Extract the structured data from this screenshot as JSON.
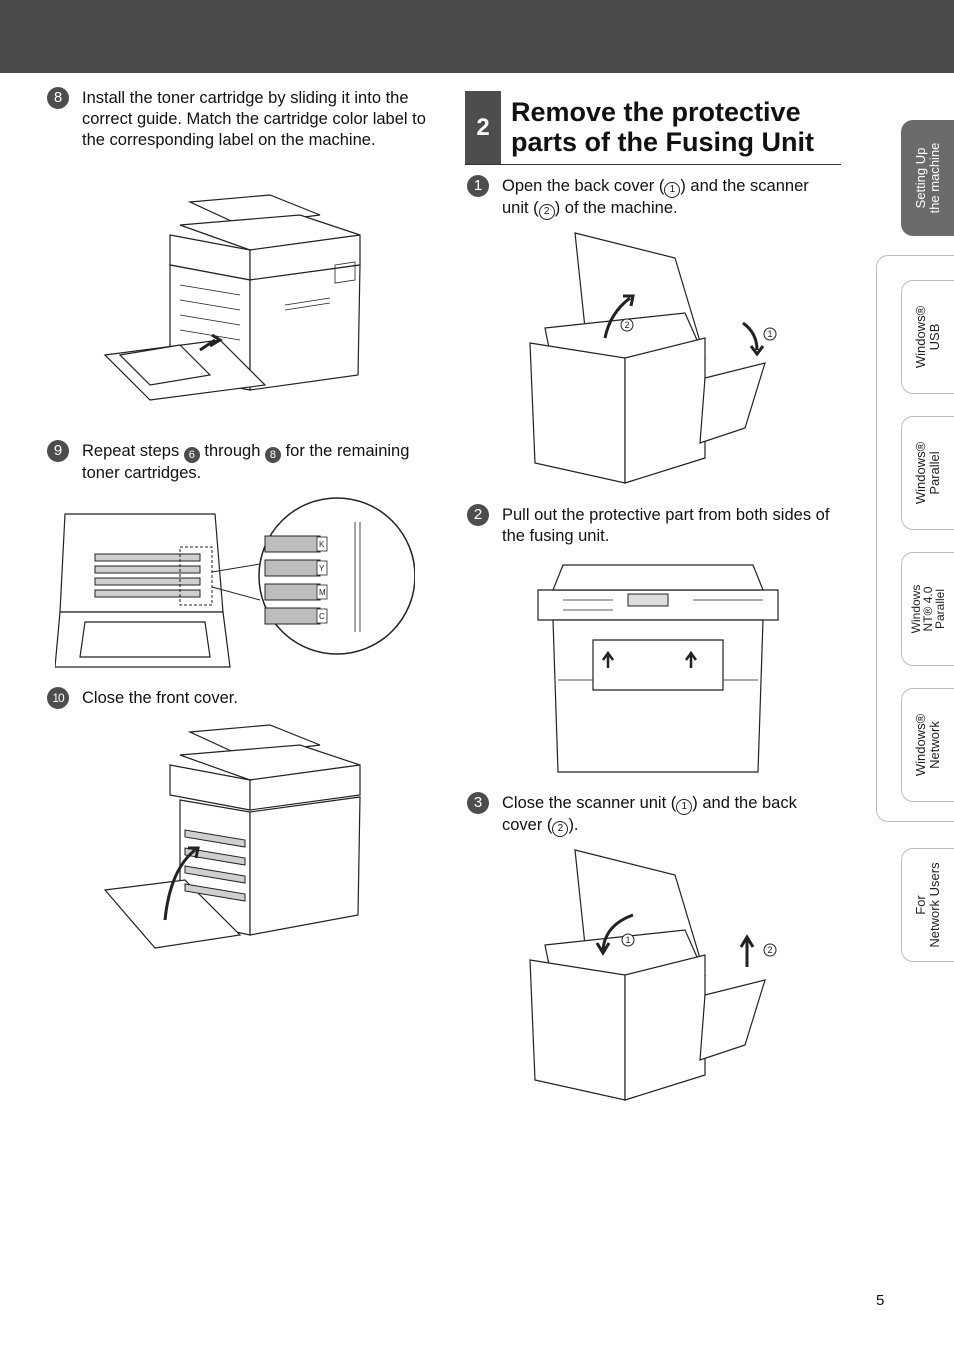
{
  "steps_left": [
    {
      "num": "8",
      "text": "Install the toner cartridge by sliding it into the correct guide. Match the cartridge color label to the corresponding label on the machine."
    },
    {
      "num": "9",
      "text_a": "Repeat steps",
      "ref_a": "6",
      "text_b": "through",
      "ref_b": "8",
      "text_c": "for the remaining toner cartridges."
    },
    {
      "num": "10",
      "text": "Close the front cover."
    }
  ],
  "section": {
    "number": "2",
    "title_line1": "Remove the protective",
    "title_line2": "parts of the Fusing Unit"
  },
  "steps_right": [
    {
      "num": "1",
      "text_a": "Open the back cover (",
      "c1": "1",
      "text_b": ") and the scanner unit (",
      "c2": "2",
      "text_c": ") of the machine."
    },
    {
      "num": "2",
      "text": "Pull out the protective part from both sides of the fusing unit."
    },
    {
      "num": "3",
      "text_a": "Close the scanner unit (",
      "c1": "1",
      "text_b": ") and the back cover (",
      "c2": "2",
      "text_c": ")."
    }
  ],
  "callouts": {
    "one": "1",
    "two": "2"
  },
  "cartridge_labels": [
    "K",
    "Y",
    "M",
    "C"
  ],
  "tabs": [
    {
      "line1": "Setting Up",
      "line2": "the machine",
      "active": true
    },
    {
      "line1": "Windows®",
      "line2": "USB",
      "active": false
    },
    {
      "line1": "Windows®",
      "line2": "Parallel",
      "active": false
    },
    {
      "line1": "Windows",
      "line2": "NT® 4.0",
      "line3": "Parallel",
      "active": false
    },
    {
      "line1": "Windows®",
      "line2": "Network",
      "active": false
    },
    {
      "line1": "For",
      "line2": "Network Users",
      "active": false
    }
  ],
  "page_number": "5",
  "colors": {
    "header_bar": "#4a4a4a",
    "step_circle": "#4d4d4d",
    "active_tab": "#6b6b6b"
  }
}
